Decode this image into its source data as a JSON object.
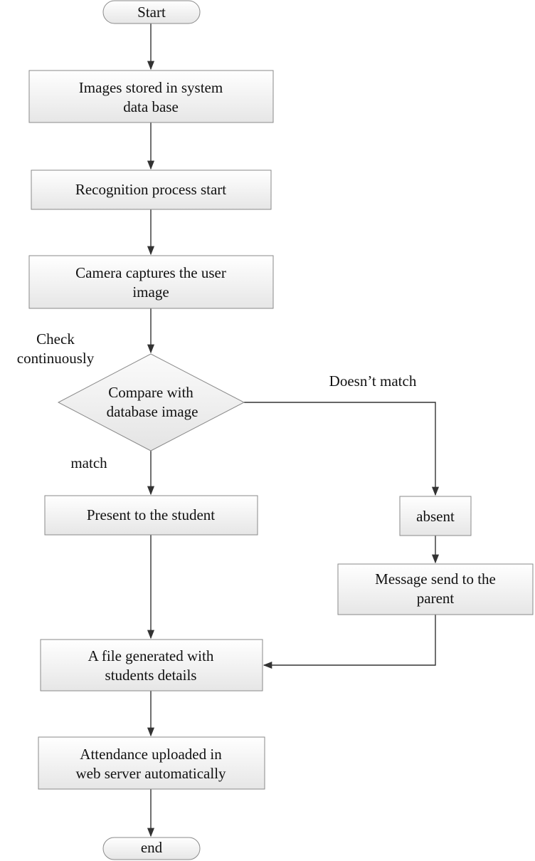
{
  "nodes": {
    "start": {
      "lines": [
        "Start"
      ]
    },
    "images_stored": {
      "lines": [
        "Images stored in system",
        "data base"
      ]
    },
    "recognition_start": {
      "lines": [
        "Recognition process start"
      ]
    },
    "camera_capture": {
      "lines": [
        "Camera captures the user",
        "image"
      ]
    },
    "compare": {
      "lines": [
        "Compare with",
        "database image"
      ]
    },
    "present": {
      "lines": [
        "Present to the student"
      ]
    },
    "absent": {
      "lines": [
        "absent"
      ]
    },
    "message": {
      "lines": [
        "Message send to the",
        "parent"
      ]
    },
    "file_generated": {
      "lines": [
        "A file generated with",
        "students details"
      ]
    },
    "attendance_uploaded": {
      "lines": [
        "Attendance uploaded in",
        "web server automatically"
      ]
    },
    "end": {
      "lines": [
        "end"
      ]
    }
  },
  "labels": {
    "check_continuously": {
      "lines": [
        "Check",
        "continuously"
      ]
    },
    "match": {
      "lines": [
        "match"
      ]
    },
    "doesnt_match": {
      "lines": [
        "Doesn’t match"
      ]
    }
  },
  "colors": {
    "box_fill_top": "#ffffff",
    "box_fill_bottom": "#e6e6e6",
    "box_stroke": "#8a8a8a",
    "edge": "#333333",
    "text": "#111111"
  }
}
